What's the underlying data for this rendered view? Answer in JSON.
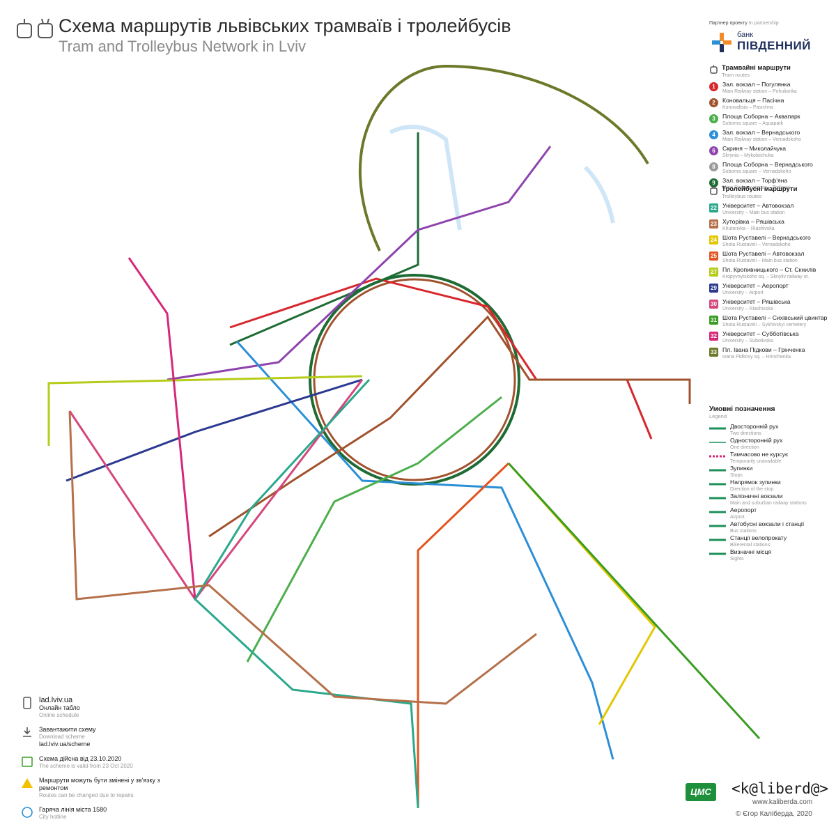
{
  "header": {
    "title_uk": "Схема маршрутів львівських трамваїв і тролейбусів",
    "title_en": "Tram and Trolleybus Network in Lviv"
  },
  "partner": {
    "caption_uk": "Партнер проекту",
    "caption_en": "In partnership",
    "bank_line1": "банк",
    "bank_line2": "ПІВДЕННИЙ"
  },
  "tram_legend": {
    "title_uk": "Трамвайні маршрути",
    "title_en": "Tram routes",
    "routes": [
      {
        "num": "1",
        "color": "#d7262c",
        "uk": "Зал. вокзал – Погулянка",
        "en": "Main Railway station – Pohulianka"
      },
      {
        "num": "2",
        "color": "#a0522d",
        "uk": "Коновальця – Пасічна",
        "en": "Konovaltsia – Pasichna"
      },
      {
        "num": "3",
        "color": "#4cae4c",
        "uk": "Площа Соборна – Аквапарк",
        "en": "Soborna square – Aquapark"
      },
      {
        "num": "4",
        "color": "#2b8fd6",
        "uk": "Зал. вокзал – Вернадського",
        "en": "Main Railway station – Vernadskoho"
      },
      {
        "num": "6",
        "color": "#8e44ad",
        "uk": "Скриня – Миколайчука",
        "en": "Skrynia – Mykolaichuka"
      },
      {
        "num": "8",
        "color": "#9a9a9a",
        "uk": "Площа Соборна – Вернадського",
        "en": "Soborna square – Vernadskoho"
      },
      {
        "num": "9",
        "color": "#1e6b34",
        "uk": "Зал. вокзал – Торф'яна",
        "en": "Main Railway station – Torfiana"
      }
    ]
  },
  "trolley_legend": {
    "title_uk": "Тролейбусні маршрути",
    "title_en": "Trolleybus routes",
    "routes": [
      {
        "num": "22",
        "color": "#2aa88c",
        "uk": "Університет – Автовокзал",
        "en": "University – Main bus station"
      },
      {
        "num": "23",
        "color": "#b5704a",
        "uk": "Хуторівка – Ряшівська",
        "en": "Khutorivka – Riashivska"
      },
      {
        "num": "24",
        "color": "#e3c600",
        "uk": "Шота Руставелі – Вернадського",
        "en": "Shota Rustaveli – Vernadskoho"
      },
      {
        "num": "25",
        "color": "#e2531f",
        "uk": "Шота Руставелі – Автовокзал",
        "en": "Shota Rustaveli – Main bus station"
      },
      {
        "num": "27",
        "color": "#b5cc18",
        "uk": "Пл. Кропивницького – Ст. Скнилів",
        "en": "Kropyvnytskoho sq. – Sknyliv railway st."
      },
      {
        "num": "29",
        "color": "#2b3990",
        "uk": "Університет – Аеропорт",
        "en": "University – Airport"
      },
      {
        "num": "30",
        "color": "#d4477d",
        "uk": "Університет – Ряшівська",
        "en": "University – Riashivska"
      },
      {
        "num": "31",
        "color": "#3a9d23",
        "uk": "Шота Руставелі – Сихівський цвинтар",
        "en": "Shota Rustaveli – Sykhivskyi cemetery"
      },
      {
        "num": "32",
        "color": "#d6287a",
        "uk": "Університет – Субботівська",
        "en": "University – Subotivska"
      },
      {
        "num": "33",
        "color": "#6b7a2a",
        "uk": "Пл. Івана Підкови – Грінченка",
        "en": "Ivana Pidkovy sq. – Hrinchenka"
      }
    ]
  },
  "symbols_legend": {
    "title_uk": "Умовні позначення",
    "title_en": "Legend",
    "items": [
      {
        "uk": "Двосторонній рух",
        "en": "Two directions",
        "icon": "two-way-line-icon"
      },
      {
        "uk": "Односторонній рух",
        "en": "One direction",
        "icon": "one-way-line-icon"
      },
      {
        "uk": "Тимчасово не курсує",
        "en": "Temporarily unavailable",
        "icon": "dashed-line-icon"
      },
      {
        "uk": "Зупинки",
        "en": "Stops",
        "icon": "stop-icon"
      },
      {
        "uk": "Напрямок зупинки",
        "en": "Direction of the stop",
        "icon": "stop-direction-icon"
      },
      {
        "uk": "Залізничні вокзали",
        "en": "Main and suburban railway stations",
        "icon": "train-icon"
      },
      {
        "uk": "Аеропорт",
        "en": "Airport",
        "icon": "airplane-icon"
      },
      {
        "uk": "Автобусні вокзали і станції",
        "en": "Bus stations",
        "icon": "bus-station-icon"
      },
      {
        "uk": "Станції велопрокату",
        "en": "Bikerental stations",
        "icon": "bike-icon"
      },
      {
        "uk": "Визначні місця",
        "en": "Sights",
        "icon": "sight-icon"
      }
    ]
  },
  "footer": {
    "site": "lad.lviv.ua",
    "site_uk": "Онлайн табло",
    "site_en": "Online schedule",
    "download_uk": "Завантажити схему",
    "download_en": "Download scheme",
    "download_url": "lad.lviv.ua/scheme",
    "valid_uk": "Схема дійсна від 23.10.2020",
    "valid_en": "The scheme is valid from 23 Oct 2020",
    "warning_uk": "Маршрути можуть бути змінені у зв'язку з ремонтом",
    "warning_en": "Routes can be changed due to repairs",
    "hotline_uk": "Гаряча лінія міста 1580",
    "hotline_en": "City hotline"
  },
  "branding": {
    "cms": "ЦМС",
    "signature": "<k@liberd@>",
    "url": "www.kaliberda.com",
    "copyright": "© Єгор Каліберда, 2020"
  }
}
